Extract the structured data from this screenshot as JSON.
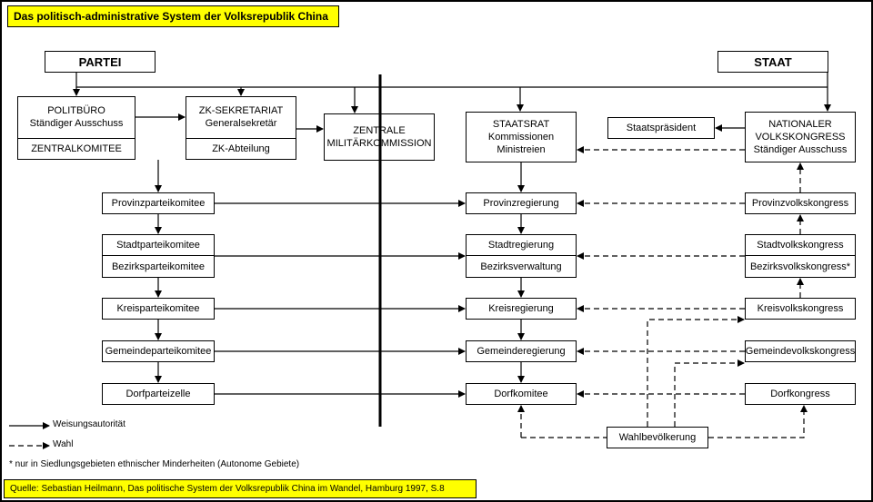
{
  "title": "Das politisch-administrative System der Volksrepublik China",
  "partei_header": "PARTEI",
  "staat_header": "STAAT",
  "party": {
    "politbuero": [
      "POLITBÜRO",
      "Ständiger Ausschuss"
    ],
    "zentralkomitee": "ZENTRALKOMITEE",
    "zk_sekretariat": [
      "ZK-SEKRETARIAT",
      "Generalsekretär"
    ],
    "zk_abteilung": "ZK-Abteilung",
    "provinz": "Provinzparteikomitee",
    "stadt": "Stadtparteikomitee",
    "bezirk": "Bezirksparteikomitee",
    "kreis": "Kreisparteikomitee",
    "gemeinde": "Gemeindeparteikomitee",
    "dorf": "Dorfparteizelle"
  },
  "military": [
    "ZENTRALE",
    "MILITÄRKOMMISSION"
  ],
  "state": {
    "staatsrat": [
      "STAATSRAT",
      "Kommissionen",
      "Ministreien"
    ],
    "provinz": "Provinzregierung",
    "stadt": "Stadtregierung",
    "bezirk": "Bezirksverwaltung",
    "kreis": "Kreisregierung",
    "gemeinde": "Gemeinderegierung",
    "dorf": "Dorfkomitee"
  },
  "congress": {
    "staatspraesident": "Staatspräsident",
    "nvk": [
      "NATIONALER",
      "VOLKSKONGRESS",
      "Ständiger Ausschuss"
    ],
    "provinz": "Provinzvolkskongress",
    "stadt": "Stadtvolkskongress",
    "bezirk": "Bezirksvolkskongress*",
    "kreis": "Kreisvolkskongress",
    "gemeinde": "Gemeindevolkskongress",
    "dorf": "Dorfkongress",
    "wahlbevoelkerung": "Wahlbevölkerung"
  },
  "legend": {
    "weisung": "Weisungsautorität",
    "wahl": "Wahl",
    "note": "*  nur in Siedlungsgebieten ethnischer Minderheiten (Autonome Gebiete)"
  },
  "source": "Quelle: Sebastian Heilmann, Das politische System der Volksrepublik China im Wandel, Hamburg 1997, S.8"
}
